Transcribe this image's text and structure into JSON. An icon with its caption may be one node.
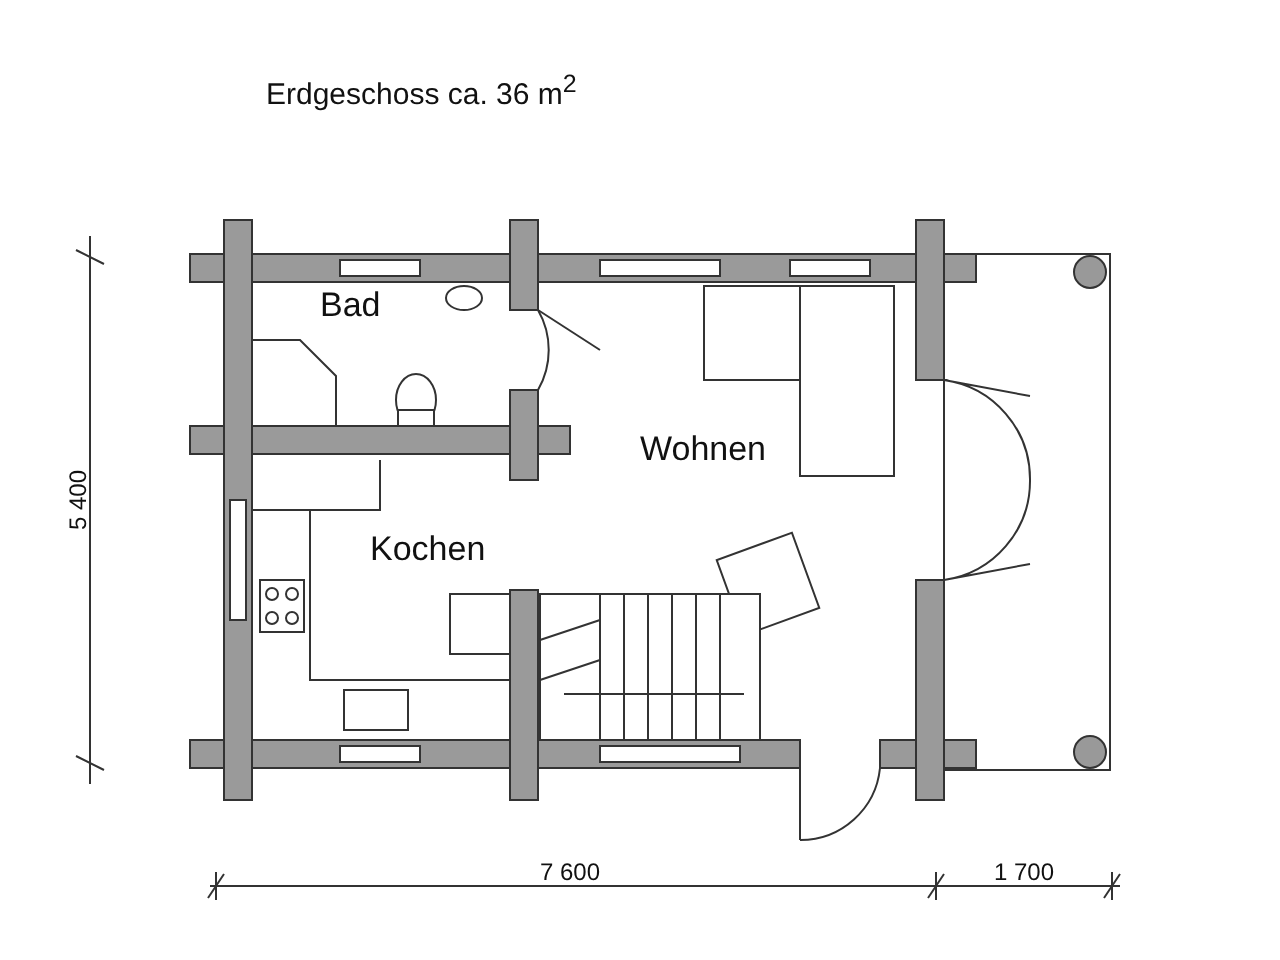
{
  "diagram": {
    "title": "Erdgeschoss ca. 36 m$^{2}$",
    "labels": [
      "Bad",
      "Wohnen",
      "Kochen",
      "5 400",
      "7 600",
      "1 700"
    ]
  }
}
